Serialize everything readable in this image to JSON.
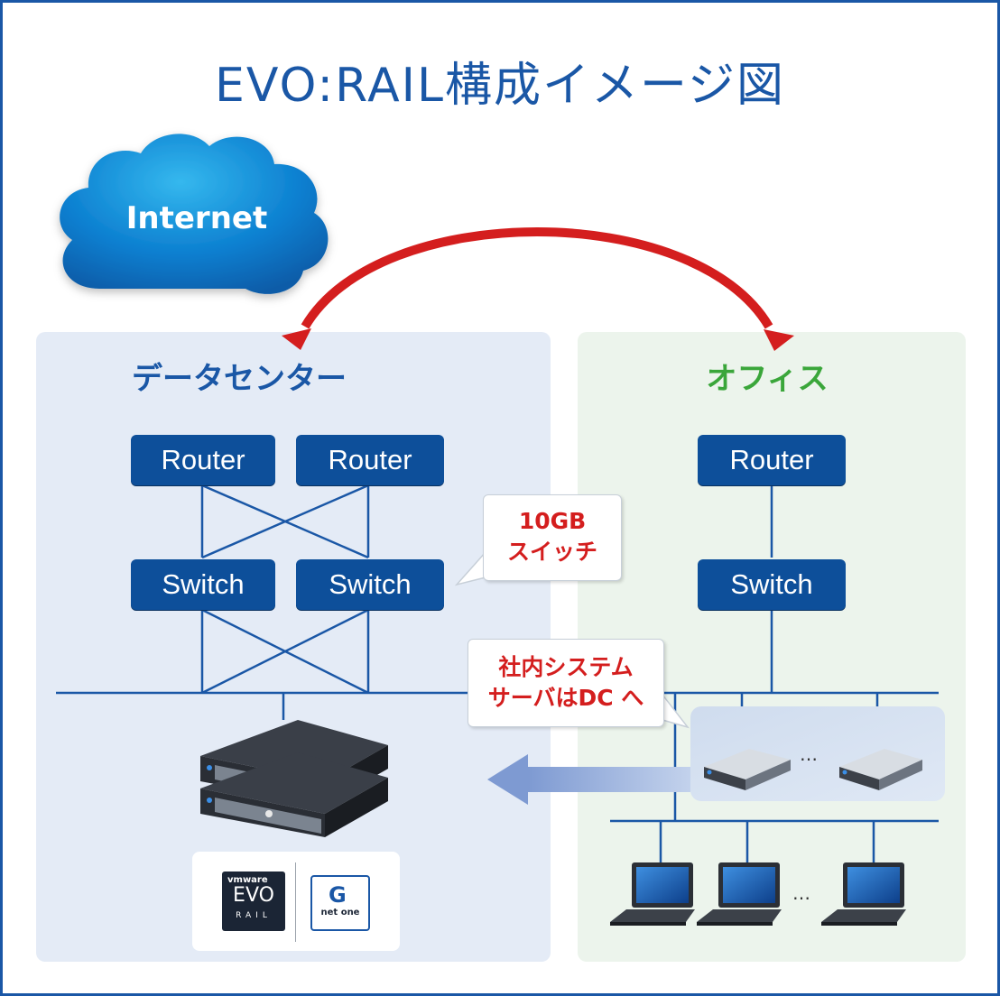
{
  "title": "EVO:RAIL構成イメージ図",
  "internet": {
    "label": "Internet"
  },
  "datacenter": {
    "title": "データセンター",
    "routers": [
      "Router",
      "Router"
    ],
    "switches": [
      "Switch",
      "Switch"
    ]
  },
  "office": {
    "title": "オフィス",
    "router": "Router",
    "switch": "Switch"
  },
  "callouts": {
    "switch_note": [
      "10GB",
      "スイッチ"
    ],
    "server_note": [
      "社内システム",
      "サーバはDC へ"
    ]
  },
  "ellipsis": "…",
  "logos": {
    "vmware_brand": "vmware",
    "evo": "EVO",
    "rail": "RAIL",
    "netone": "net one"
  },
  "colors": {
    "title_blue": "#1a57a6",
    "node_blue": "#0d4f9a",
    "office_green": "#3aa63a",
    "arrow_red": "#d41e1e"
  }
}
